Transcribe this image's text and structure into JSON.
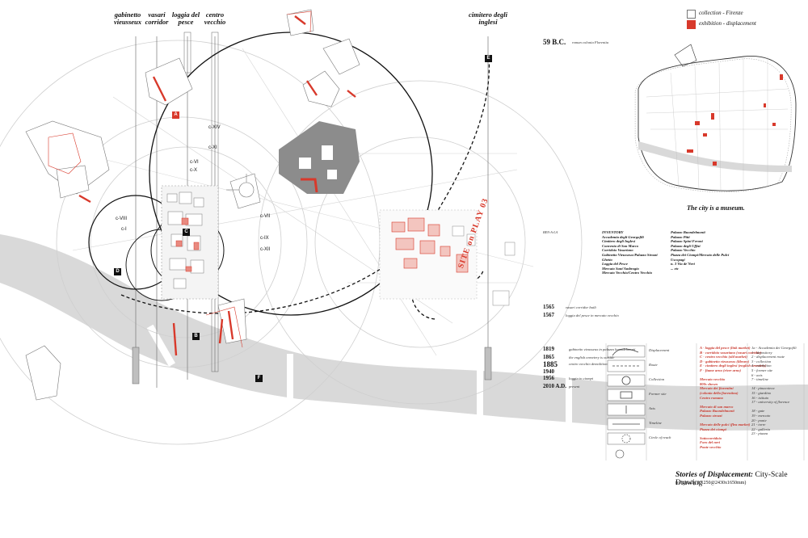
{
  "columns": [
    {
      "label": "gabinetto\nvieusseux"
    },
    {
      "label": "vasari\ncorridor"
    },
    {
      "label": "loggia del\npesce"
    },
    {
      "label": "centro\nvecchio"
    },
    {
      "label": "cimitero degli\ninglesi"
    }
  ],
  "legend": {
    "collection": "collection - Firenze",
    "exhibition": "exhibition - displacement"
  },
  "top_date": {
    "year": "59 B.C.",
    "note": "roman colonia Florentia"
  },
  "motto": "The city is a museum.",
  "vertical_text": "SITE on PLAY 03",
  "inventory_left": [
    "INVENTORY",
    "Accademia degli Georgofili",
    "Cimitero degli Inglesi",
    "Convento di San Marco",
    "Corridoio Vasariano",
    "Gabinetto Vieusseux/Palazzo Strozzi",
    "Ghetto",
    "Loggia del Pesce",
    "Mercato Sant'Ambrogio",
    "Mercato Vecchio/Centro Vecchio"
  ],
  "inventory_right": [
    "Palazzo Buondelmonti",
    "Palazzo Pitti",
    "Palazzo Spini Feroni",
    "Palazzo degli Uffizi",
    "Palazzo Vecchio",
    "Piazza dei Ciompi/Mercato delle Pulci",
    "Uscopagi",
    "n. 3 Via de'Neri",
    "... etc"
  ],
  "ring_labels": [
    "c-XIV",
    "c-XI",
    "c-VII",
    "c-IX",
    "c-XII",
    "c-VIII",
    "c-X",
    "c-VI",
    "c-I"
  ],
  "dates_mid": [
    {
      "year": "1565",
      "note": "vasari corridor built"
    },
    {
      "year": "1567",
      "note": "loggia del pesce in mercato vecchio"
    }
  ],
  "dates_low": [
    {
      "year": "1819",
      "note": "gabinetto vieusseux in palazzo buondelmonti"
    },
    {
      "year": "1865",
      "note": "the english cemetery is outside"
    },
    {
      "year": "1885",
      "note": "centro vecchio demolition"
    },
    {
      "year": "1940",
      "note": ""
    },
    {
      "year": "1956",
      "note": "loggia to ciompi"
    },
    {
      "year": "2010 A.D.",
      "note": "present"
    }
  ],
  "legend_symbols": [
    "Displacement",
    "Route",
    "Collection",
    "Former site",
    "Axis",
    "Timeline",
    "Circle of reach"
  ],
  "notes_col_a": [
    "A - loggia del pesce (link market)",
    "B - corridoio vasariano (vasari corridor)",
    "C - centro vecchio (old market)",
    "D - gabinetto vieusseux (library)",
    "E - cimitero degli inglesi (english cemetery)",
    "F - fiume arno (river arno)",
    "",
    "Mercato vecchio",
    "800s shown",
    "Mercato dei fiorentini",
    "(colonia della fiorentina)",
    "Centro romano",
    "",
    "Mercato di san marco",
    "Palazzo Buondelmonti",
    "Palazzo strozzi",
    "",
    "Mercato delle pulci (flea market)",
    "Piazza dei ciompi",
    "",
    "Sottocorridoio",
    "Foro del neri",
    "Ponte vecchio"
  ],
  "notes_col_b": [
    "1a - Accademia dei Georgofili",
    "1 - depository",
    "2 - displacement route",
    "3 - collection",
    "4 - exhibition",
    "5 - former site",
    "6 - axis",
    "7 - timeline",
    "",
    "14 - pinacoteca",
    "15 - giardino",
    "16 - istituto",
    "17 - university of florence",
    "",
    "18 - gate",
    "19 - mercato",
    "20 - ponte",
    "21 - torre",
    "22 - galleria",
    "23 - piazza"
  ],
  "title": {
    "main": "Stories of Displacement:",
    "sub": "City-Scale Drawing",
    "scale": "(originally 1:1250@2430x1650mm)"
  },
  "markers": [
    "A",
    "B",
    "C",
    "D",
    "E",
    "F"
  ],
  "colors": {
    "accent": "#d8392b",
    "river": "#d9d9d9",
    "ink": "#111111",
    "building": "#8c8c8c"
  }
}
